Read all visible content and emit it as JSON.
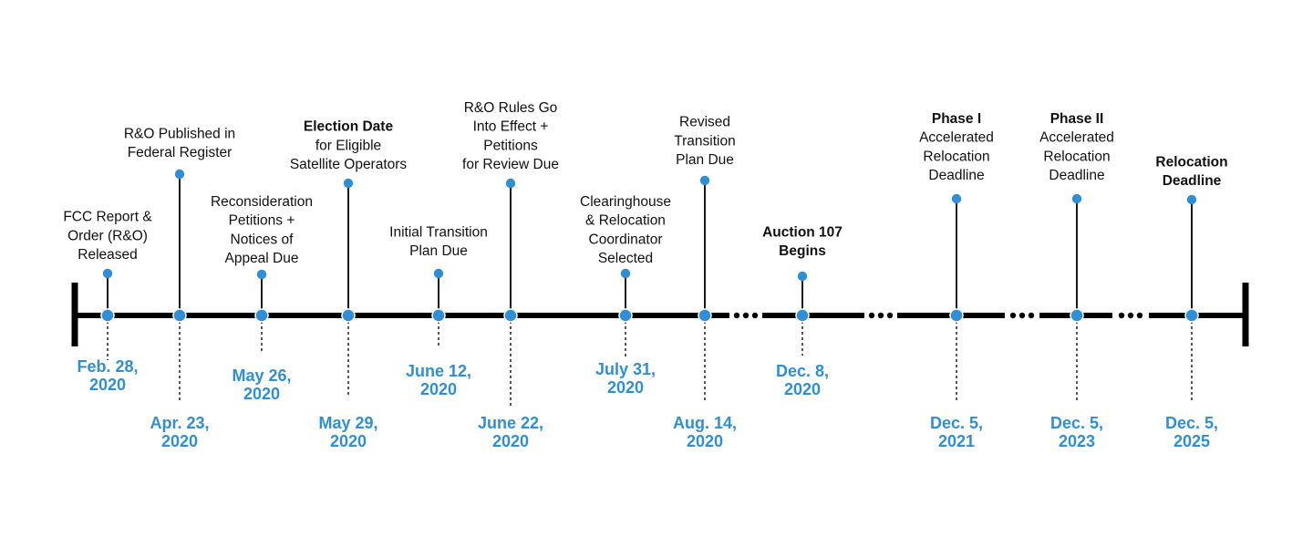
{
  "colors": {
    "axis": "#000000",
    "marker": "#2f8fd6",
    "date_text": "#2f8fd6",
    "event_text": "#111111"
  },
  "events": [
    {
      "label_lines": [
        {
          "text": "FCC Report &"
        },
        {
          "text": "Order (R&O)"
        },
        {
          "text": "Released"
        }
      ],
      "date_lines": [
        "Feb. 28,",
        "2020"
      ]
    },
    {
      "label_lines": [
        {
          "text": "R&O Published in"
        },
        {
          "text": "Federal Register"
        }
      ],
      "date_lines": [
        "Apr. 23,",
        "2020"
      ]
    },
    {
      "label_lines": [
        {
          "text": "Reconsideration"
        },
        {
          "text": "Petitions +"
        },
        {
          "text": "Notices of"
        },
        {
          "text": "Appeal Due"
        }
      ],
      "date_lines": [
        "May 26,",
        "2020"
      ]
    },
    {
      "label_lines": [
        {
          "text": "Election Date",
          "bold": true
        },
        {
          "text": "for Eligible"
        },
        {
          "text": "Satellite Operators"
        }
      ],
      "date_lines": [
        "May 29,",
        "2020"
      ]
    },
    {
      "label_lines": [
        {
          "text": "Initial Transition"
        },
        {
          "text": "Plan Due"
        }
      ],
      "date_lines": [
        "June 12,",
        "2020"
      ]
    },
    {
      "label_lines": [
        {
          "text": "R&O Rules Go"
        },
        {
          "text": "Into Effect +"
        },
        {
          "text": "Petitions"
        },
        {
          "text": "for Review Due"
        }
      ],
      "date_lines": [
        "June 22,",
        "2020"
      ]
    },
    {
      "label_lines": [
        {
          "text": "Clearinghouse"
        },
        {
          "text": "& Relocation"
        },
        {
          "text": "Coordinator"
        },
        {
          "text": "Selected"
        }
      ],
      "date_lines": [
        "July 31,",
        "2020"
      ]
    },
    {
      "label_lines": [
        {
          "text": "Revised"
        },
        {
          "text": "Transition"
        },
        {
          "text": "Plan Due"
        }
      ],
      "date_lines": [
        "Aug. 14,",
        "2020"
      ]
    },
    {
      "label_lines": [
        {
          "text": "Auction 107",
          "bold": true
        },
        {
          "text": "Begins",
          "bold": true
        }
      ],
      "date_lines": [
        "Dec. 8,",
        "2020"
      ]
    },
    {
      "label_lines": [
        {
          "text": "Phase I",
          "bold": true
        },
        {
          "text": "Accelerated"
        },
        {
          "text": "Relocation"
        },
        {
          "text": "Deadline"
        }
      ],
      "date_lines": [
        "Dec. 5,",
        "2021"
      ]
    },
    {
      "label_lines": [
        {
          "text": "Phase II",
          "bold": true
        },
        {
          "text": "Accelerated"
        },
        {
          "text": "Relocation"
        },
        {
          "text": "Deadline"
        }
      ],
      "date_lines": [
        "Dec. 5,",
        "2023"
      ]
    },
    {
      "label_lines": [
        {
          "text": "Relocation",
          "bold": true
        },
        {
          "text": "Deadline",
          "bold": true
        }
      ],
      "date_lines": [
        "Dec. 5,",
        "2025"
      ]
    }
  ]
}
